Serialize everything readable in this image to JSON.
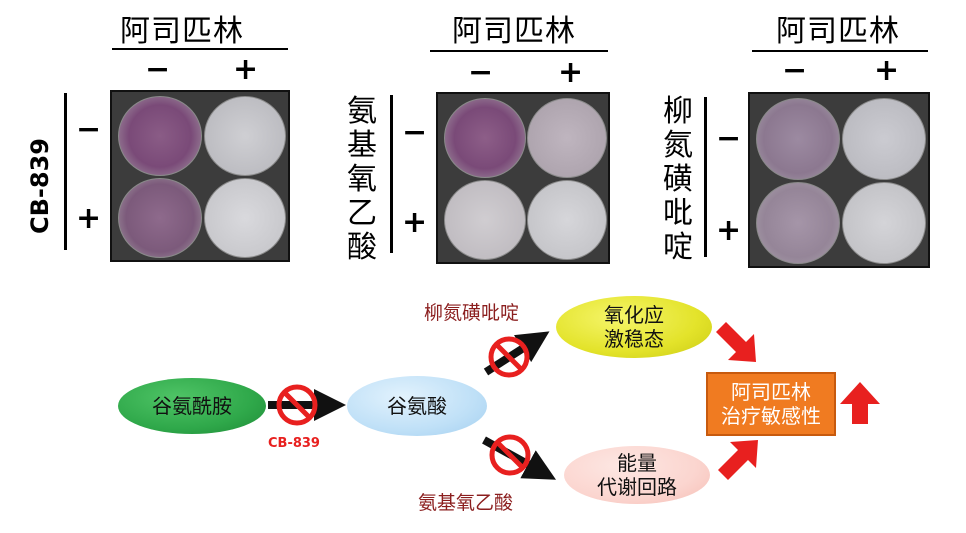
{
  "panels": [
    {
      "header": "阿司匹林",
      "signs_top": [
        "−",
        "+"
      ],
      "row_label": "CB-839",
      "row_signs": [
        "−",
        "+"
      ]
    },
    {
      "header": "阿司匹林",
      "signs_top": [
        "−",
        "+"
      ],
      "row_label_chars": [
        "氨",
        "基",
        "氧",
        "乙",
        "酸"
      ],
      "row_signs": [
        "−",
        "+"
      ]
    },
    {
      "header": "阿司匹林",
      "signs_top": [
        "−",
        "+"
      ],
      "row_label_chars": [
        "柳",
        "氮",
        "磺",
        "吡",
        "啶"
      ],
      "row_signs": [
        "−",
        "+"
      ]
    }
  ],
  "pathway": {
    "glutamine": "谷氨酰胺",
    "cb839_label": "CB-839",
    "glutamate": "谷氨酸",
    "top_inhibitor": "柳氮磺吡啶",
    "bottom_inhibitor": "氨基氧乙酸",
    "oxidative_stress": [
      "氧化应",
      "激稳态"
    ],
    "energy_metabolism": [
      "能量",
      "代谢回路"
    ],
    "outcome": [
      "阿司匹林",
      "治疗敏感性"
    ]
  },
  "colors": {
    "glutamine_fill": "#2fa84a",
    "glutamate_fill": "#bfe0f7",
    "oxidative_fill": "#e3e32a",
    "energy_fill": "#fbd5cf",
    "outcome_fill": "#f07b21",
    "arrow_red": "#e8201f",
    "inhibit_red": "#e8201f",
    "label_red": "#8b1e1e"
  }
}
